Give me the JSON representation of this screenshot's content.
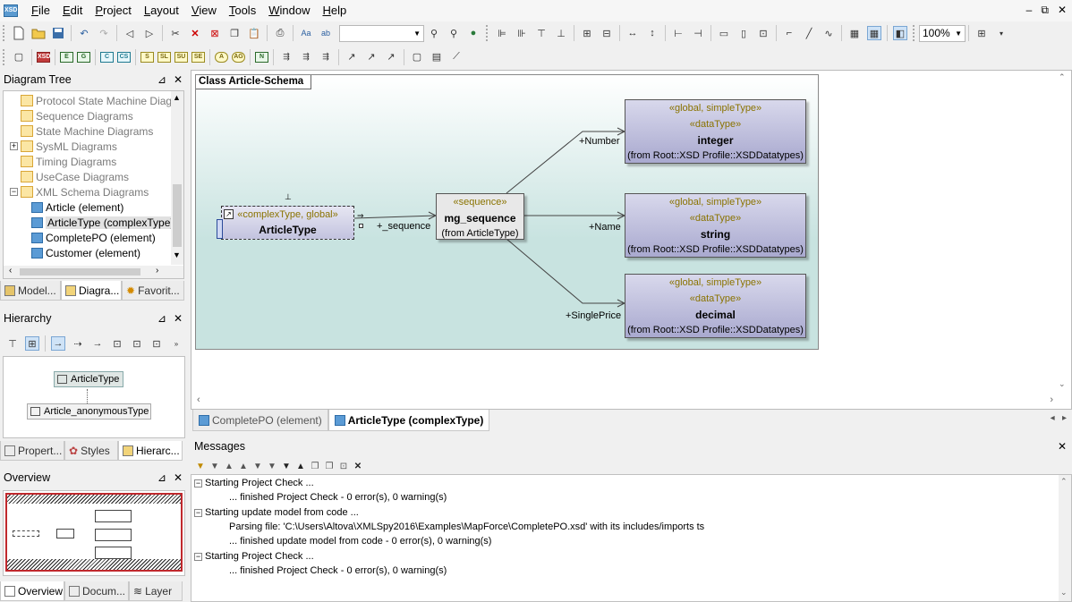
{
  "app": {
    "icon_label": "XSD",
    "menu": [
      "File",
      "Edit",
      "Project",
      "Layout",
      "View",
      "Tools",
      "Window",
      "Help"
    ],
    "window_controls": [
      "–",
      "⧉",
      "✕"
    ]
  },
  "toolbar": {
    "zoom": "100%",
    "row2_small_labels": [
      "XSD",
      "E",
      "G",
      "C",
      "CS",
      "S",
      "SL",
      "SU",
      "SE",
      "A",
      "AG",
      "N"
    ]
  },
  "diagram_tree": {
    "title": "Diagram Tree",
    "pin": "⊿",
    "close": "✕",
    "items": [
      {
        "label": "Protocol State Machine Diagra",
        "kind": "folder",
        "dim": true
      },
      {
        "label": "Sequence Diagrams",
        "kind": "folder",
        "dim": true
      },
      {
        "label": "State Machine Diagrams",
        "kind": "folder",
        "dim": true
      },
      {
        "label": "SysML Diagrams",
        "kind": "folder",
        "dim": true,
        "exp": "+"
      },
      {
        "label": "Timing Diagrams",
        "kind": "folder",
        "dim": true
      },
      {
        "label": "UseCase Diagrams",
        "kind": "folder",
        "dim": true
      },
      {
        "label": "XML Schema Diagrams",
        "kind": "folder",
        "dim": true,
        "exp": "−"
      },
      {
        "label": "Article (element)",
        "kind": "xsd",
        "dim": false
      },
      {
        "label": "ArticleType (complexType)",
        "kind": "xsd",
        "dim": false,
        "selected": true
      },
      {
        "label": "CompletePO (element)",
        "kind": "xsd",
        "dim": false
      },
      {
        "label": "Customer (element)",
        "kind": "xsd",
        "dim": false
      }
    ],
    "tabs": [
      "Model...",
      "Diagra...",
      "Favorit..."
    ]
  },
  "hierarchy": {
    "title": "Hierarchy",
    "node1": "ArticleType",
    "node2": "Article_anonymousType",
    "tabs": [
      "Propert...",
      "Styles",
      "Hierarc..."
    ]
  },
  "overview": {
    "title": "Overview",
    "tabs": [
      "Overview",
      "Docum...",
      "Layer"
    ]
  },
  "diagram": {
    "frame_title": "Class Article-Schema",
    "article_type": {
      "stereo": "«complexType, global»",
      "name": "ArticleType"
    },
    "sequence": {
      "stereo": "«sequence»",
      "name": "mg_sequence",
      "from": "(from ArticleType)"
    },
    "types": [
      {
        "stereo1": "«global, simpleType»",
        "stereo2": "«dataType»",
        "name": "integer",
        "from": "(from Root::XSD Profile::XSDDatatypes)"
      },
      {
        "stereo1": "«global, simpleType»",
        "stereo2": "«dataType»",
        "name": "string",
        "from": "(from Root::XSD Profile::XSDDatatypes)"
      },
      {
        "stereo1": "«global, simpleType»",
        "stereo2": "«dataType»",
        "name": "decimal",
        "from": "(from Root::XSD Profile::XSDDatatypes)"
      }
    ],
    "edge_labels": [
      "+_sequence",
      "+Number",
      "+Name",
      "+SinglePrice"
    ],
    "tabs": [
      {
        "label": "CompletePO (element)",
        "active": false
      },
      {
        "label": "ArticleType (complexType)",
        "active": true
      }
    ],
    "bg_color": "#c8e3e0"
  },
  "messages": {
    "title": "Messages",
    "close": "✕",
    "lines": [
      {
        "text": "Starting Project Check ...",
        "indent": false,
        "group": true
      },
      {
        "text": "... finished Project Check - 0 error(s), 0 warning(s)",
        "indent": true,
        "group": false
      },
      {
        "text": "Starting update model from code ...",
        "indent": false,
        "group": true
      },
      {
        "text": "Parsing file: 'C:\\Users\\Altova\\XMLSpy2016\\Examples\\MapForce\\CompletePO.xsd' with its includes/imports                        ts",
        "indent": true,
        "group": false
      },
      {
        "text": "... finished update model from code - 0 error(s), 0 warning(s)",
        "indent": true,
        "group": false
      },
      {
        "text": "Starting Project Check ...",
        "indent": false,
        "group": true
      },
      {
        "text": "... finished Project Check - 0 error(s), 0 warning(s)",
        "indent": true,
        "group": false
      }
    ]
  }
}
